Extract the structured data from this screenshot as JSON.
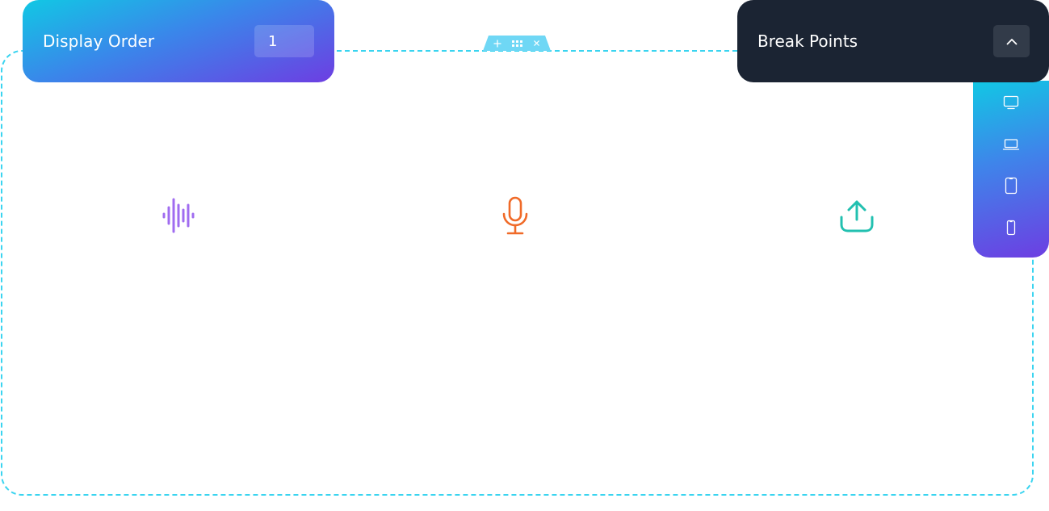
{
  "display_order": {
    "title": "Display Order",
    "value": "1"
  },
  "section_handle": {
    "buttons": [
      {
        "icon": "plus-icon",
        "label": "+"
      },
      {
        "icon": "drag-grid-icon",
        "label": ""
      },
      {
        "icon": "close-icon",
        "label": "×"
      }
    ]
  },
  "break_points": {
    "title": "Break Points",
    "toggle_icon": "chevron-up-icon",
    "devices": [
      {
        "name": "desktop",
        "icon": "desktop-icon"
      },
      {
        "name": "laptop",
        "icon": "laptop-icon"
      },
      {
        "name": "tablet",
        "icon": "tablet-icon"
      },
      {
        "name": "mobile",
        "icon": "mobile-icon"
      }
    ]
  },
  "content_icons": [
    {
      "name": "sound-wave",
      "icon": "sound-wave-icon",
      "color": "#a06cf0"
    },
    {
      "name": "microphone",
      "icon": "microphone-icon",
      "color": "#f06a28"
    },
    {
      "name": "upload",
      "icon": "upload-icon",
      "color": "#22c0b0"
    }
  ],
  "colors": {
    "dashed_border": "#3ad4f0",
    "handle": "#6fd7f5",
    "dark_panel": "#1b2433",
    "gradient_start": "#11c8e4",
    "gradient_end": "#6d3ee2"
  }
}
